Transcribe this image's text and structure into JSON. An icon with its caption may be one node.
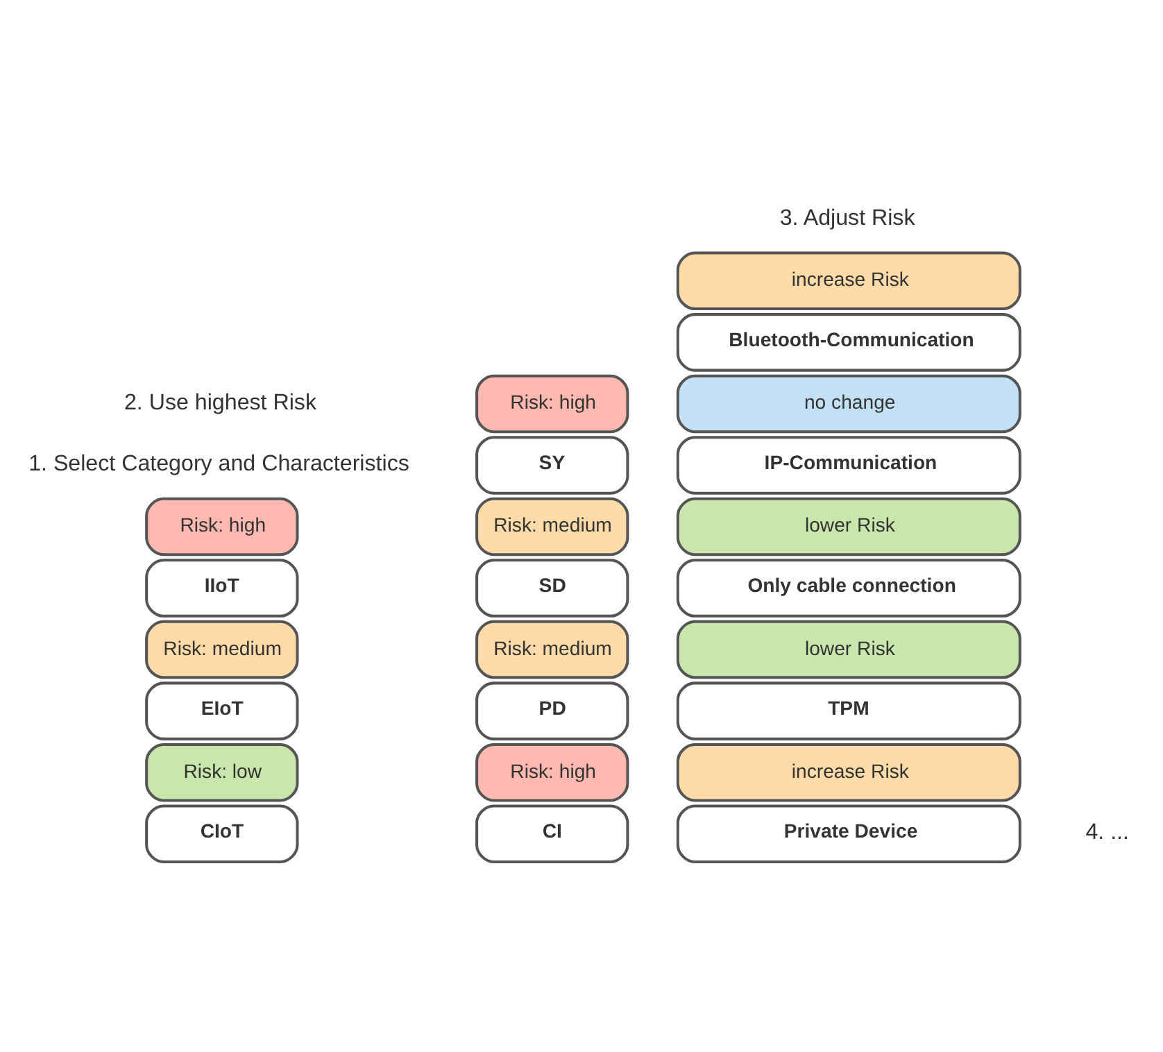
{
  "diagram": {
    "nodes": [
      {
        "text": [
          "CIoT"
        ]
      },
      {
        "text": [
          "Risk: low"
        ]
      },
      {
        "text": [
          "EIoT"
        ]
      },
      {
        "text": [
          "Risk: medium"
        ]
      },
      {
        "text": [
          "IIoT"
        ]
      },
      {
        "text": [
          "Risk: high"
        ]
      },
      {
        "text": [
          "CI"
        ]
      },
      {
        "text": [
          "Risk: high"
        ]
      },
      {
        "text": [
          "PD"
        ]
      },
      {
        "text": [
          "Risk: medium"
        ]
      },
      {
        "text": [
          "SD"
        ]
      },
      {
        "text": [
          "Risk: medium"
        ]
      },
      {
        "text": [
          "SY"
        ]
      },
      {
        "text": [
          "Risk: high"
        ]
      },
      {
        "text": [
          "Private Device"
        ]
      },
      {
        "text": [
          "increase Risk"
        ]
      },
      {
        "text": [
          "TPM"
        ]
      },
      {
        "text": [
          "lower Risk"
        ]
      },
      {
        "text": [
          "Only cable connection"
        ]
      },
      {
        "text": [
          "lower Risk"
        ]
      },
      {
        "text": [
          "IP-Communication"
        ]
      },
      {
        "text": [
          "no change"
        ]
      },
      {
        "text": [
          "Bluetooth-Communication"
        ]
      },
      {
        "text": [
          "increase Risk"
        ]
      }
    ],
    "labels": [
      "1. Select Category and Characteristics",
      "2. Use highest Risk",
      "3. Adjust Risk",
      "4. ..."
    ]
  }
}
